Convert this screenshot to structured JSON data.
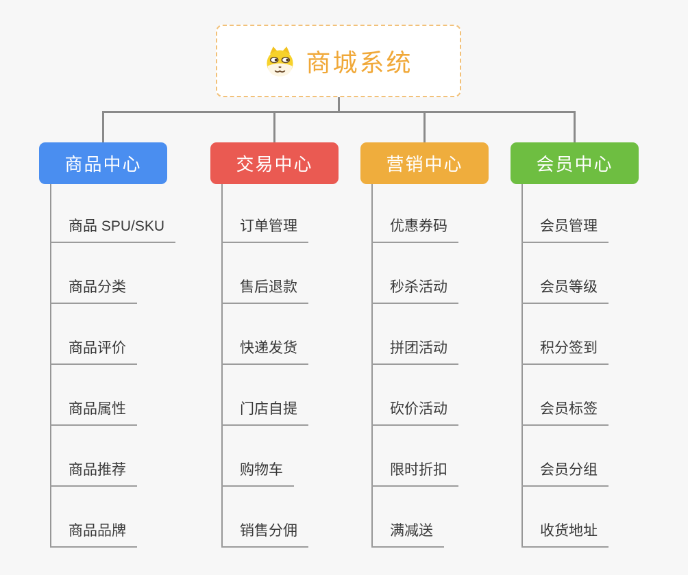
{
  "root": {
    "title": "商城系统",
    "icon": "dog-face-icon",
    "text_color": "#f0a838",
    "border_color": "#f2c179"
  },
  "connector_color": "#8a8a8a",
  "underline_color": "#9c9c9c",
  "branches": [
    {
      "label": "商品中心",
      "color": "#4a8ef0",
      "children": [
        "商品 SPU/SKU",
        "商品分类",
        "商品评价",
        "商品属性",
        "商品推荐",
        "商品品牌"
      ]
    },
    {
      "label": "交易中心",
      "color": "#ea5a52",
      "children": [
        "订单管理",
        "售后退款",
        "快递发货",
        "门店自提",
        "购物车",
        "销售分佣"
      ]
    },
    {
      "label": "营销中心",
      "color": "#efad3d",
      "children": [
        "优惠券码",
        "秒杀活动",
        "拼团活动",
        "砍价活动",
        "限时折扣",
        "满减送"
      ]
    },
    {
      "label": "会员中心",
      "color": "#6ebe41",
      "children": [
        "会员管理",
        "会员等级",
        "积分签到",
        "会员标签",
        "会员分组",
        "收货地址"
      ]
    }
  ]
}
